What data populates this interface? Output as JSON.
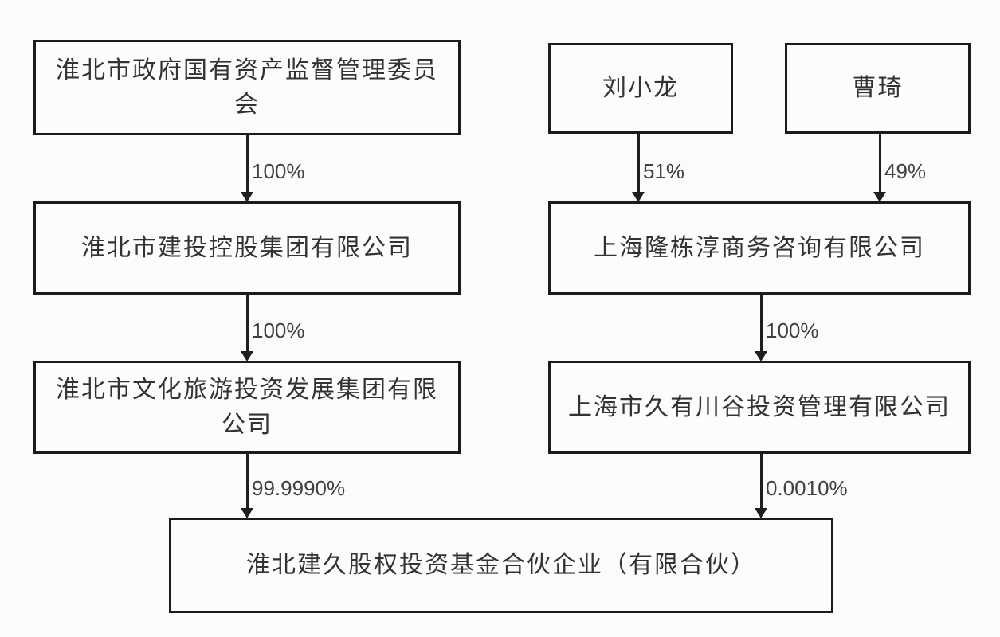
{
  "diagram": {
    "title": "equity-ownership-structure",
    "colors": {
      "border": "#1b1b1b",
      "node_text": "#333333",
      "label_text": "#3f3f3f",
      "background": "#fbfbfb"
    },
    "nodes": {
      "sasac": {
        "label": "淮北市政府国有资产监督管理委员\n会"
      },
      "liu_xiaolong": {
        "label": "刘小龙"
      },
      "cao_qi": {
        "label": "曹琦"
      },
      "jiantou": {
        "label": "淮北市建投控股集团有限公司"
      },
      "longdongchun": {
        "label": "上海隆栋淳商务咨询有限公司"
      },
      "wenlv": {
        "label": "淮北市文化旅游投资发展集团有限\n公司"
      },
      "jiuyou": {
        "label": "上海市久有川谷投资管理有限公司"
      },
      "fund": {
        "label": "淮北建久股权投资基金合伙企业（有限合伙）"
      }
    },
    "edges": [
      {
        "from": "淮北市政府国有资产监督管理委员会",
        "to": "淮北市建投控股集团有限公司",
        "label": "100%"
      },
      {
        "from": "刘小龙",
        "to": "上海隆栋淳商务咨询有限公司",
        "label": "51%"
      },
      {
        "from": "曹琦",
        "to": "上海隆栋淳商务咨询有限公司",
        "label": "49%"
      },
      {
        "from": "淮北市建投控股集团有限公司",
        "to": "淮北市文化旅游投资发展集团有限公司",
        "label": "100%"
      },
      {
        "from": "上海隆栋淳商务咨询有限公司",
        "to": "上海市久有川谷投资管理有限公司",
        "label": "100%"
      },
      {
        "from": "淮北市文化旅游投资发展集团有限公司",
        "to": "淮北建久股权投资基金合伙企业（有限合伙）",
        "label": "99.9990%"
      },
      {
        "from": "上海市久有川谷投资管理有限公司",
        "to": "淮北建久股权投资基金合伙企业（有限合伙）",
        "label": "0.0010%"
      }
    ]
  }
}
